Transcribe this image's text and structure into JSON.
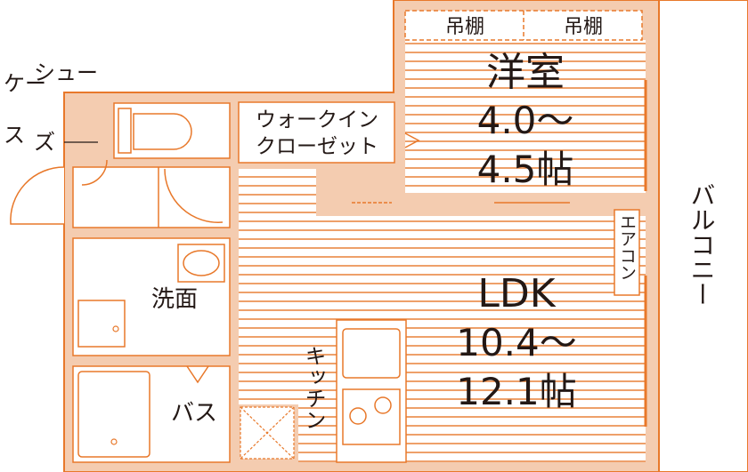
{
  "colors": {
    "wall": "#f4ccb0",
    "line": "#e8782a",
    "floor_stripe": "#e8782a",
    "text": "#231815",
    "background": "#ffffff"
  },
  "rooms": {
    "western_room": {
      "name": "洋室",
      "size_line1": "4.0〜",
      "size_line2": "4.5帖"
    },
    "ldk": {
      "name": "LDK",
      "size_line1": "10.4〜",
      "size_line2": "12.1帖"
    },
    "walk_in_closet": {
      "line1": "ウォークイン",
      "line2": "クローゼット"
    },
    "washroom": {
      "name": "洗面"
    },
    "bath": {
      "name": "バス"
    },
    "kitchen": {
      "name": "キッチン"
    },
    "balcony": {
      "name": "バルコニー"
    },
    "shoe_case": {
      "line1": "シュー",
      "line2": "ズ",
      "line3": "ケー",
      "line4": "ス"
    }
  },
  "fixtures": {
    "hanging_shelf_left": "吊棚",
    "hanging_shelf_right": "吊棚",
    "air_conditioner": "エアコン"
  }
}
